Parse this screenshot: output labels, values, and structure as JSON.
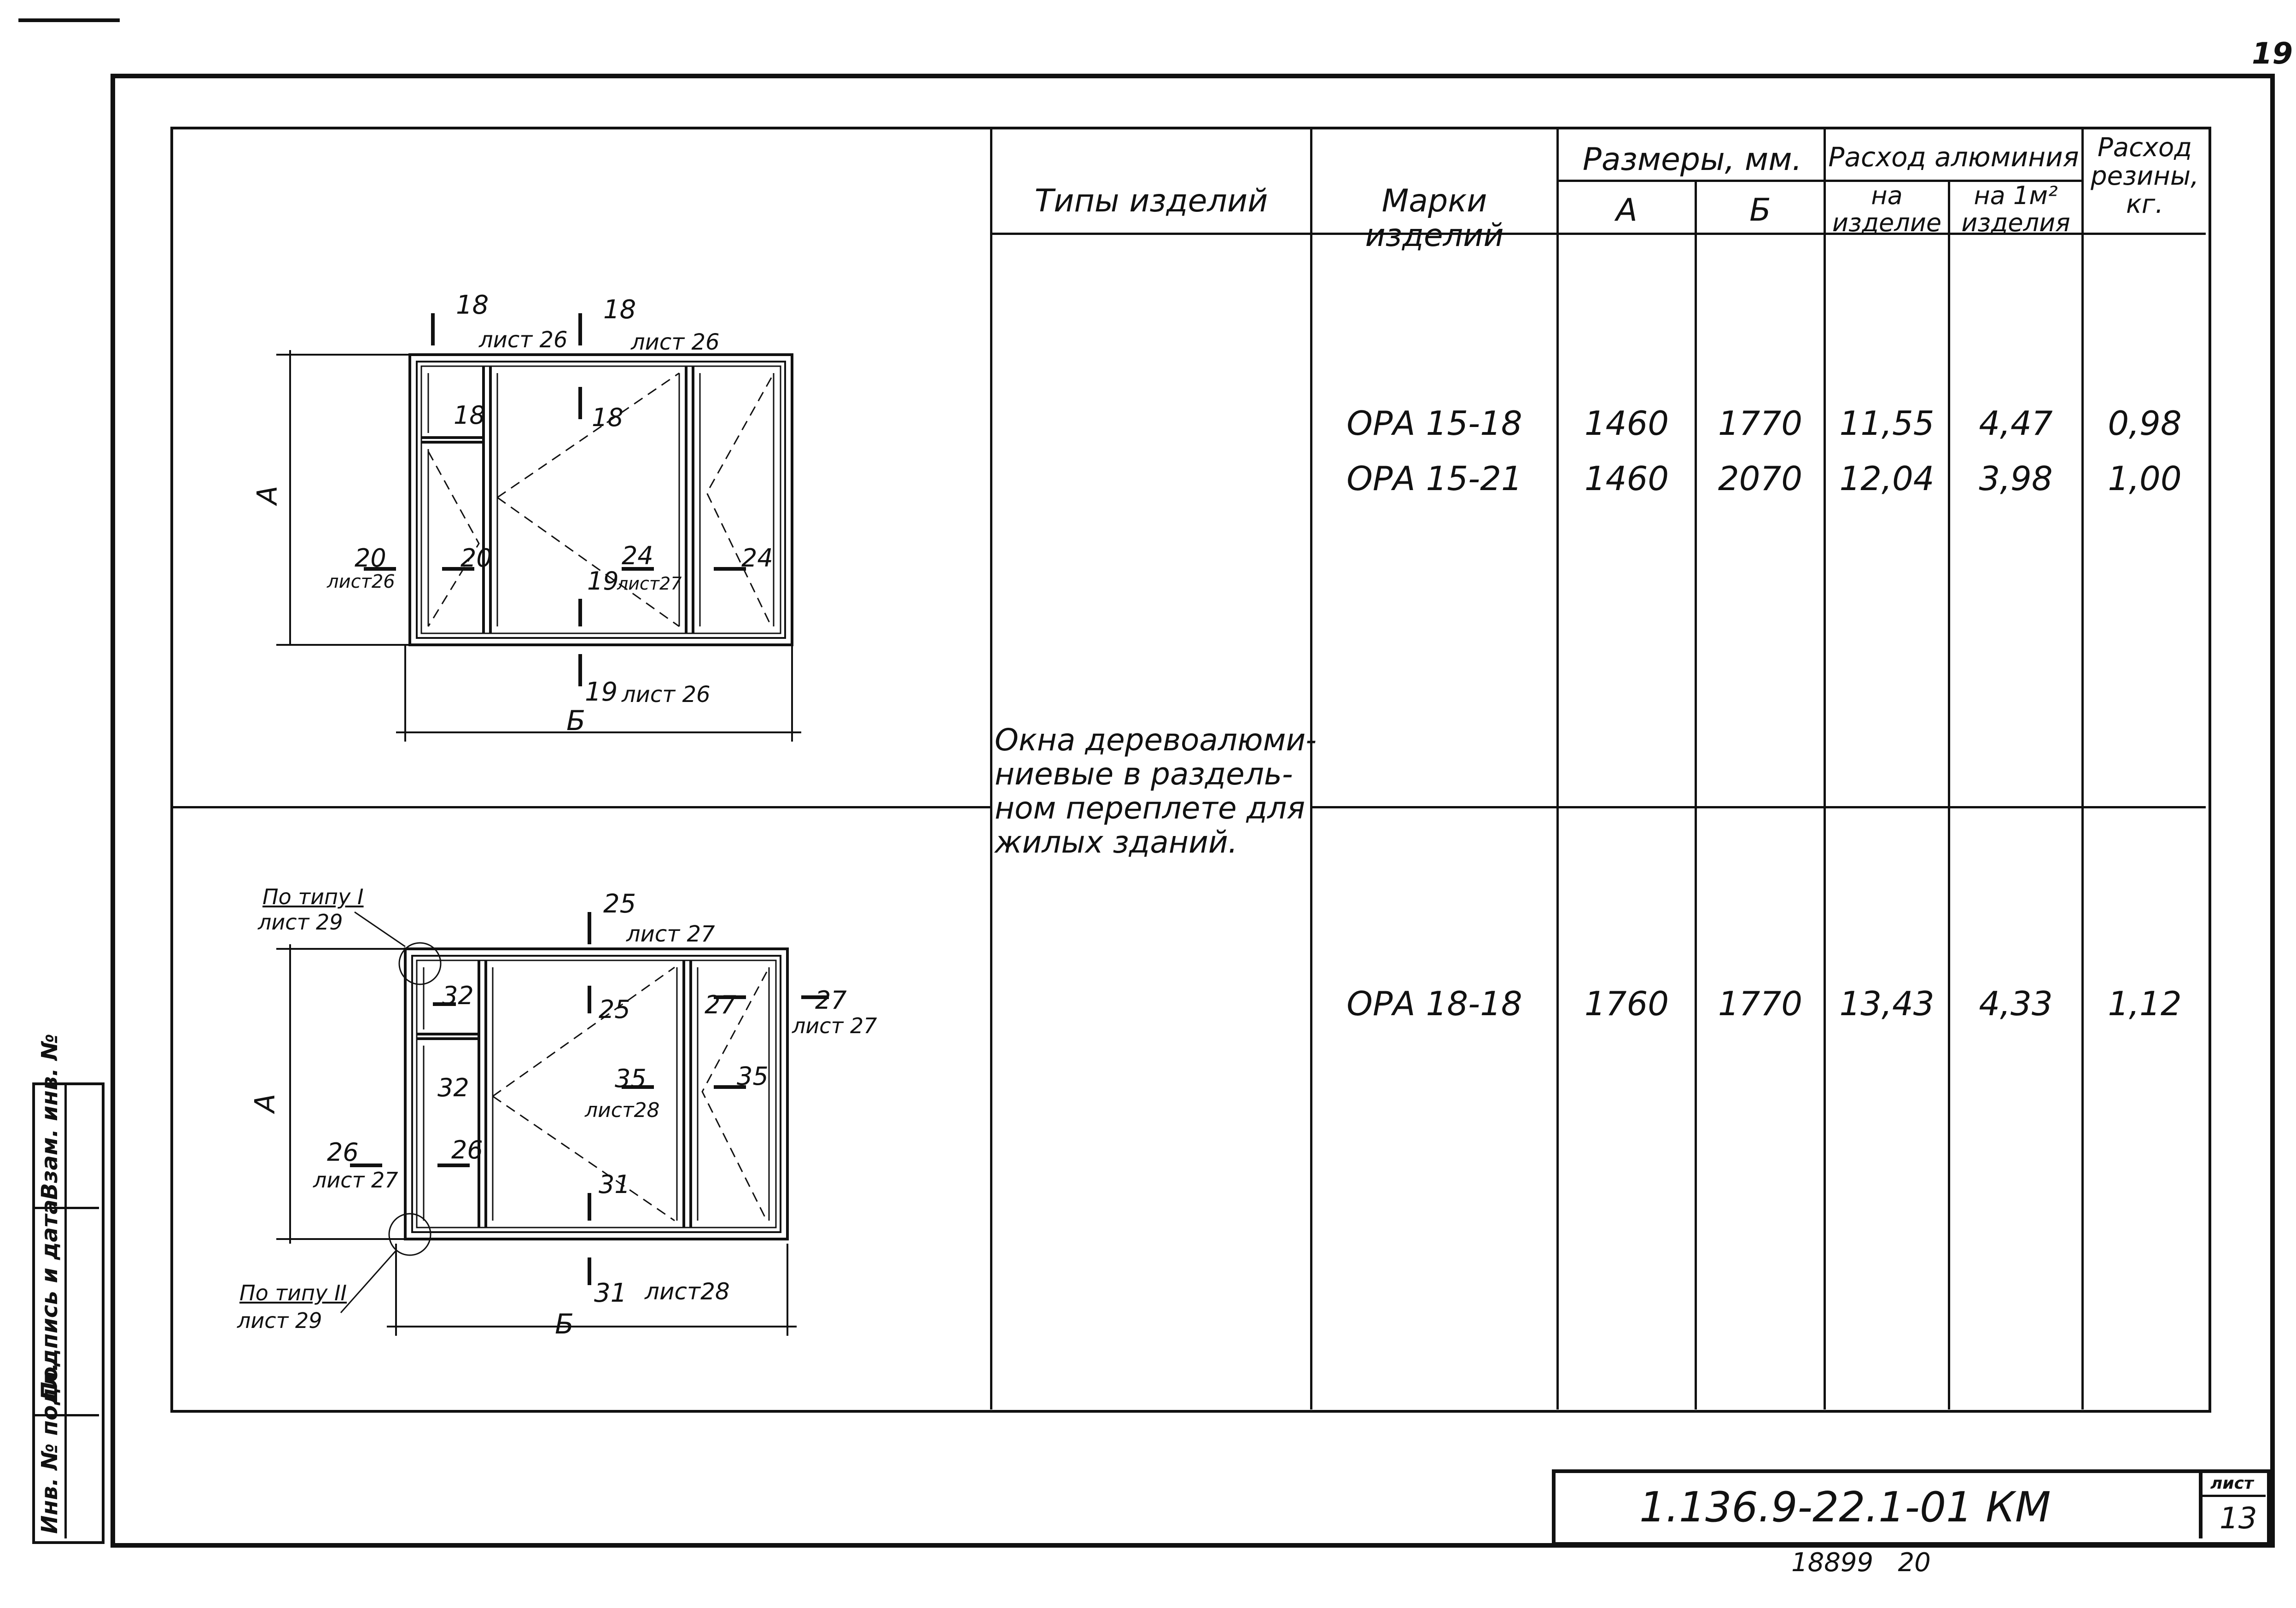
{
  "corner_page": "19",
  "table": {
    "headers": {
      "types": "Типы изделий",
      "marks": "Марки изделий",
      "sizes": "Размеры, мм.",
      "size_a": "А",
      "size_b": "Б",
      "aluminum": "Расход алюминия",
      "alu_per_item": "на изделие",
      "alu_per_m2": "на 1м² изделия",
      "rubber": "Расход резины, кг."
    },
    "type_text_lines": [
      "Окна деревоалюми-",
      "ниевые в раздель-",
      "ном переплете для",
      "жилых зданий."
    ],
    "rows": [
      {
        "mark": "ОРА 15-18",
        "a": "1460",
        "b": "1770",
        "alu_item": "11,55",
        "alu_m2": "4,47",
        "rubber": "0,98"
      },
      {
        "mark": "ОРА 15-21",
        "a": "1460",
        "b": "2070",
        "alu_item": "12,04",
        "alu_m2": "3,98",
        "rubber": "1,00"
      },
      {
        "mark": "ОРА 18-18",
        "a": "1760",
        "b": "1770",
        "alu_item": "13,43",
        "alu_m2": "4,33",
        "rubber": "1,12"
      }
    ]
  },
  "drawing1": {
    "dim_a": "А",
    "dim_b": "Б",
    "sec18a": "18",
    "sheet26a": "лист 26",
    "sec18b": "18",
    "sheet26b": "лист 26",
    "sec18c": "18",
    "sec18d": "18",
    "sec20a": "20",
    "sheet26c": "лист26",
    "sec20b": "20",
    "sec24a": "24",
    "sheet27": "лист27",
    "sec24b": "24",
    "sec19a": "19",
    "sec19b": "19",
    "sheet26d": "лист 26"
  },
  "drawing2": {
    "dim_a": "А",
    "dim_b": "Б",
    "type1": "По типу I",
    "type1_sheet": "лист 29",
    "type2": "По типу II",
    "type2_sheet": "лист 29",
    "sec25a": "25",
    "sheet27a": "лист 27",
    "sec25b": "25",
    "sec27a": "27",
    "sec27b": "27",
    "sheet27b": "лист 27",
    "sec32a": "32",
    "sec32b": "32",
    "sec35a": "35",
    "sheet28a": "лист28",
    "sec35b": "35",
    "sec26a": "26",
    "sheet27c": "лист 27",
    "sec26b": "26",
    "sec31a": "31",
    "sec31b": "31",
    "sheet28b": "лист28"
  },
  "side_stamp": {
    "col1": "Взам. инв. №",
    "col2": "Подпись и дата",
    "col3": "Инв. № подл."
  },
  "title_block": {
    "code": "1.136.9-22.1-01 КМ",
    "sheet_label": "лист",
    "sheet_no": "13",
    "archive": "18899   20"
  }
}
